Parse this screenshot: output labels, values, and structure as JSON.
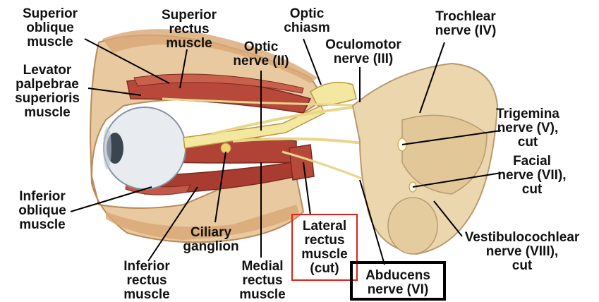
{
  "labels": {
    "superior_oblique": "Superior\noblique\nmuscle",
    "superior_rectus": "Superior\nrectus\nmuscle",
    "optic_chiasm": "Optic\nchiasm",
    "optic_nerve": "Optic\nnerve (II)",
    "oculomotor": "Oculomotor\nnerve (III)",
    "trochlear": "Trochlear\nnerve (IV)",
    "levator": "Levator\npalpebrae\nsuperioris\nmuscle",
    "trigemina": "Trigemina\nnerve (V),\ncut",
    "facial": "Facial\nnerve (VII),\ncut",
    "inferior_oblique": "Inferior\noblique\nmuscle",
    "ciliary": "Ciliary\nganglion",
    "lateral_rectus": "Lateral\nrectus\nmuscle\n(cut)",
    "vestibulocochlear": "Vestibulocochlear\nnerve (VIII),\ncut",
    "inferior_rectus": "Inferior\nrectus\nmuscle",
    "medial_rectus": "Medial\nrectus\nmuscle",
    "abducens": "Abducens\nnerve (VI)"
  },
  "colors": {
    "highlight_red": "#e0201a",
    "highlight_black": "#000000",
    "muscle": "#b8483a",
    "bone": "#e9c9a0",
    "nerve": "#f4e7a0",
    "brainstem": "#ecd6ad"
  }
}
